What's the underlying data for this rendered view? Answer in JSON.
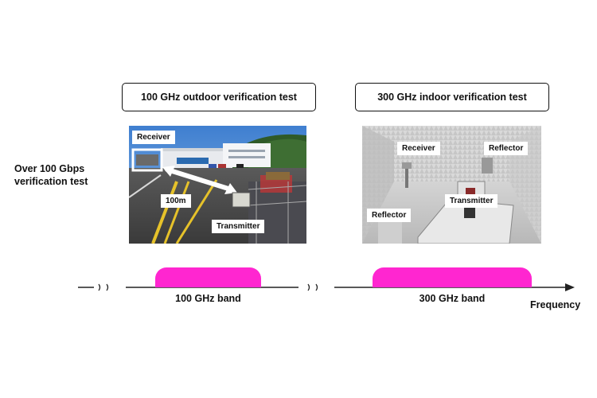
{
  "side_label": {
    "line1": "Over 100 Gbps",
    "line2": "verification test"
  },
  "outdoor": {
    "title": "100 GHz outdoor verification test",
    "labels": {
      "receiver": "Receiver",
      "distance": "100m",
      "transmitter": "Transmitter"
    }
  },
  "indoor": {
    "title": "300 GHz indoor verification test",
    "labels": {
      "receiver": "Receiver",
      "reflector_top": "Reflector",
      "transmitter": "Transmitter",
      "reflector_bottom": "Reflector"
    }
  },
  "spectrum": {
    "band1_label": "100 GHz band",
    "band2_label": "300 GHz band",
    "axis_label": "Frequency",
    "band_color": "#ff26d0"
  }
}
